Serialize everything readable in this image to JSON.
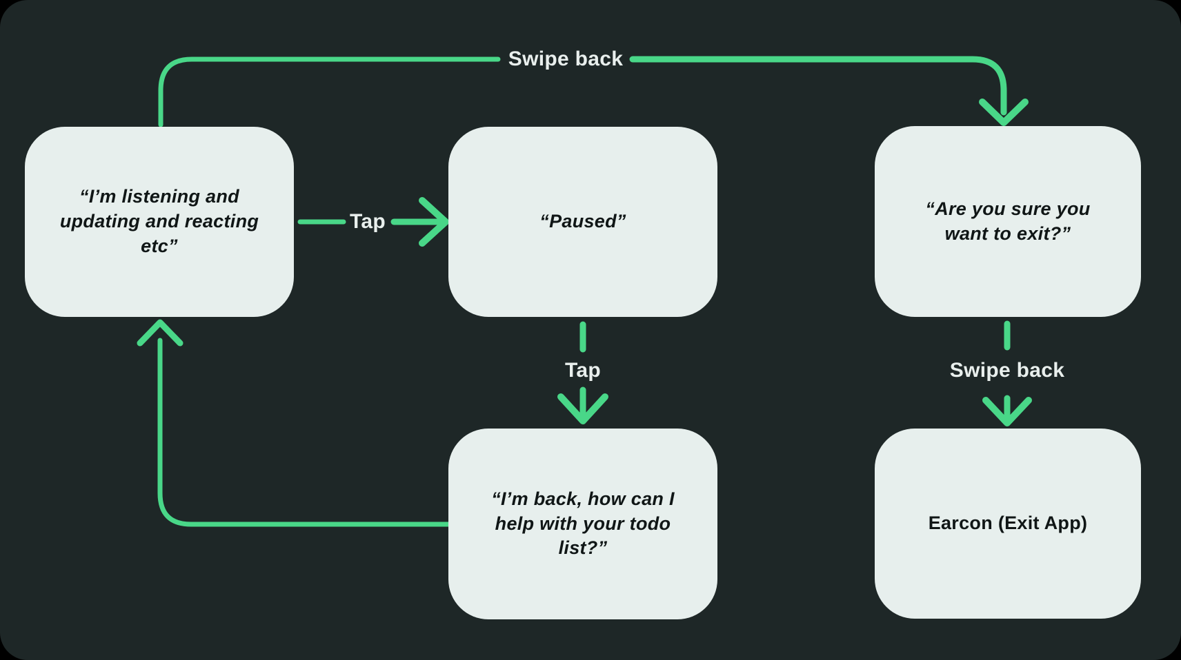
{
  "theme": {
    "outer_bg": "#000000",
    "canvas_bg": "#1e2727",
    "node_fill": "#e7efed",
    "arrow_color": "#49d788",
    "node_text": "#101616",
    "label_text": "#e9efed"
  },
  "diagram": {
    "type": "flowchart",
    "nodes": [
      {
        "id": "listening",
        "label": "“I’m listening and updating and reacting etc”",
        "style": "quote"
      },
      {
        "id": "paused",
        "label": "“Paused”",
        "style": "quote"
      },
      {
        "id": "exit-confirm",
        "label": "“Are you sure you want to exit?”",
        "style": "quote"
      },
      {
        "id": "back",
        "label": "“I’m back, how can I help with your todo list?”",
        "style": "quote"
      },
      {
        "id": "earcon",
        "label": "Earcon (Exit App)",
        "style": "plain"
      }
    ],
    "edges": [
      {
        "from": "listening",
        "to": "exit-confirm",
        "label": "Swipe back"
      },
      {
        "from": "listening",
        "to": "paused",
        "label": "Tap"
      },
      {
        "from": "paused",
        "to": "back",
        "label": "Tap"
      },
      {
        "from": "back",
        "to": "listening",
        "label": ""
      },
      {
        "from": "exit-confirm",
        "to": "earcon",
        "label": "Swipe back"
      }
    ]
  }
}
